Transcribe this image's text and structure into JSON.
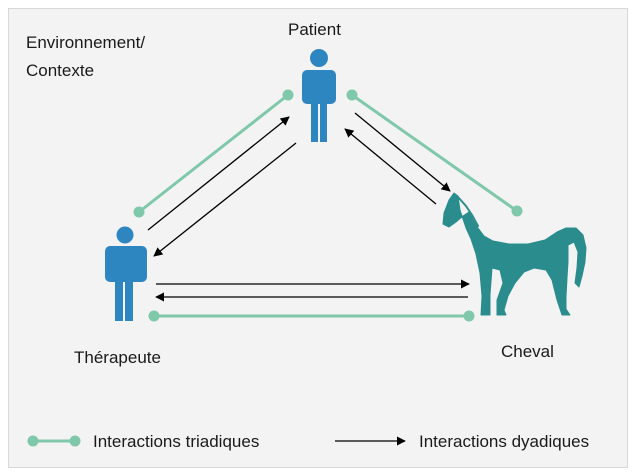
{
  "context": {
    "line1": "Environnement/",
    "line2": "Contexte"
  },
  "nodes": {
    "patient": "Patient",
    "therapeute": "Thérapeute",
    "cheval": "Cheval"
  },
  "legend": {
    "triadic": "Interactions triadiques",
    "dyadic": "Interactions dyadiques"
  },
  "colors": {
    "person": "#2e86c1",
    "horse": "#2a8c8c",
    "triadic_line": "#7fc8a9",
    "dyadic_arrow": "#000000"
  },
  "icons": {
    "patient": "person-icon",
    "therapeute": "person-icon",
    "cheval": "horse-icon"
  }
}
